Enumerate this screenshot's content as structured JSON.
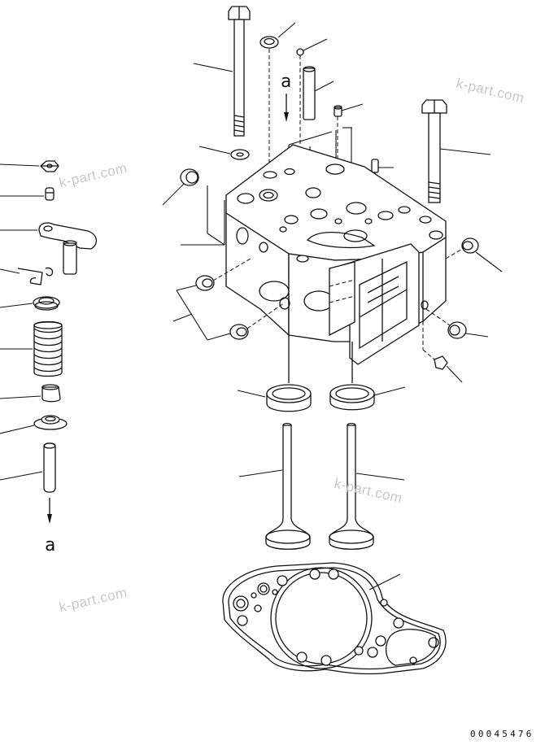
{
  "diagram": {
    "ref_arrow_labels": [
      "a",
      "a"
    ],
    "watermark": "k-part.com",
    "drawing_code": "00045476",
    "parts": [
      "head-bolt-left",
      "seal-washer",
      "ball-plug",
      "dowel-pin",
      "small-plug",
      "washer",
      "expansion-plug",
      "cylinder-head",
      "expansion-plugs",
      "head-bolt-right",
      "expansion-plug-right",
      "expansion-plug-lower-right",
      "fitting",
      "valve-seat-insert-intake",
      "valve-seat-insert-exhaust",
      "intake-valve",
      "exhaust-valve",
      "head-gasket",
      "valve-cotter",
      "valve-cap",
      "crosshead",
      "clip",
      "spring-retainer",
      "valve-spring",
      "valve-stem-seal",
      "spring-seat",
      "valve-guide"
    ]
  }
}
